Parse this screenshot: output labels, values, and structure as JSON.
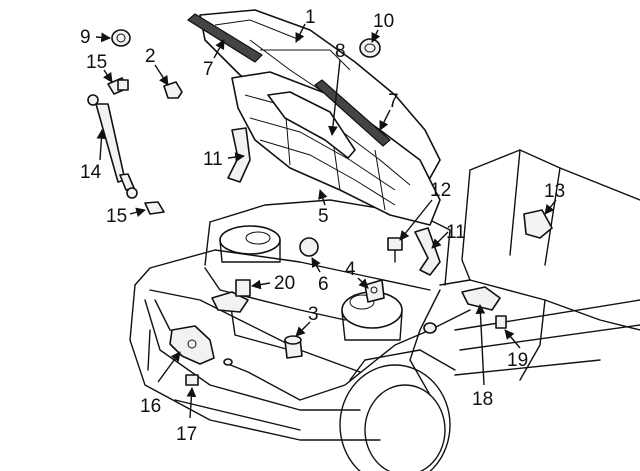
{
  "callouts": {
    "c1": "1",
    "c2": "2",
    "c3": "3",
    "c4": "4",
    "c5": "5",
    "c6": "6",
    "c7a": "7",
    "c7b": "7",
    "c8": "8",
    "c9": "9",
    "c10": "10",
    "c11a": "11",
    "c11b": "11",
    "c12": "12",
    "c13": "13",
    "c14": "14",
    "c15a": "15",
    "c15b": "15",
    "c16": "16",
    "c17": "17",
    "c18": "18",
    "c19": "19",
    "c20": "20"
  }
}
